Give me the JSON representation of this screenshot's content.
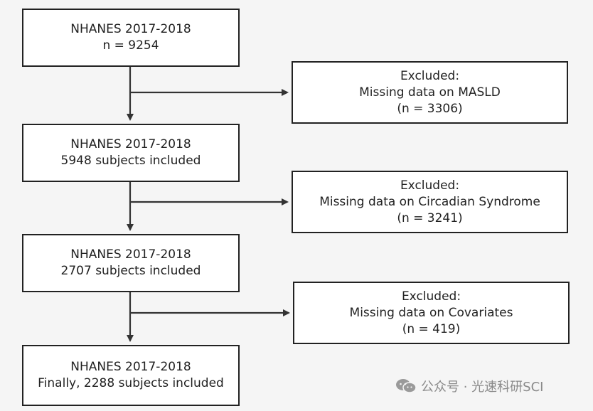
{
  "flow": {
    "main_boxes": [
      {
        "title": "NHANES 2017-2018",
        "detail": "n = 9254"
      },
      {
        "title": "NHANES 2017-2018",
        "detail": "5948 subjects included"
      },
      {
        "title": "NHANES 2017-2018",
        "detail": "2707 subjects included"
      },
      {
        "title": "NHANES 2017-2018",
        "detail": "Finally, 2288 subjects included"
      }
    ],
    "exclusion_boxes": [
      {
        "heading": "Excluded:",
        "reason": "Missing data on MASLD",
        "count": "(n = 3306)"
      },
      {
        "heading": "Excluded:",
        "reason": "Missing data on Circadian Syndrome",
        "count": "(n = 3241)"
      },
      {
        "heading": "Excluded:",
        "reason": "Missing data on Covariates",
        "count": "(n = 419)"
      }
    ]
  },
  "colors": {
    "stroke": "#333333",
    "box_fill": "#ffffff",
    "background": "#f5f5f5"
  },
  "watermark": {
    "icon": "wechat-icon",
    "text": "公众号 · 光速科研SCI"
  }
}
